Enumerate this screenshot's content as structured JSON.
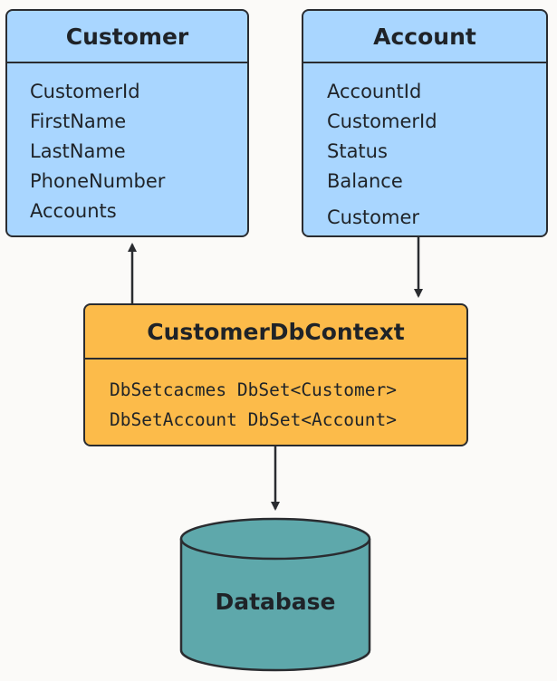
{
  "entities": {
    "customer": {
      "title": "Customer",
      "fields": [
        "CustomerId",
        "FirstName",
        "LastName",
        "PhoneNumber",
        "Accounts"
      ]
    },
    "account": {
      "title": "Account",
      "fields": [
        "AccountId",
        "CustomerId",
        "Status",
        "Balance",
        "Customer"
      ]
    }
  },
  "context": {
    "title": "CustomerDbContext",
    "fields": [
      "DbSetcacmes DbSet<Customer>",
      "DbSetAccount DbSet<Account>"
    ]
  },
  "database": {
    "label": "Database"
  },
  "colors": {
    "entity_fill": "#a9d6ff",
    "context_fill": "#fcbb4a",
    "database_fill": "#5ea8ab",
    "stroke": "#2a2c30"
  }
}
